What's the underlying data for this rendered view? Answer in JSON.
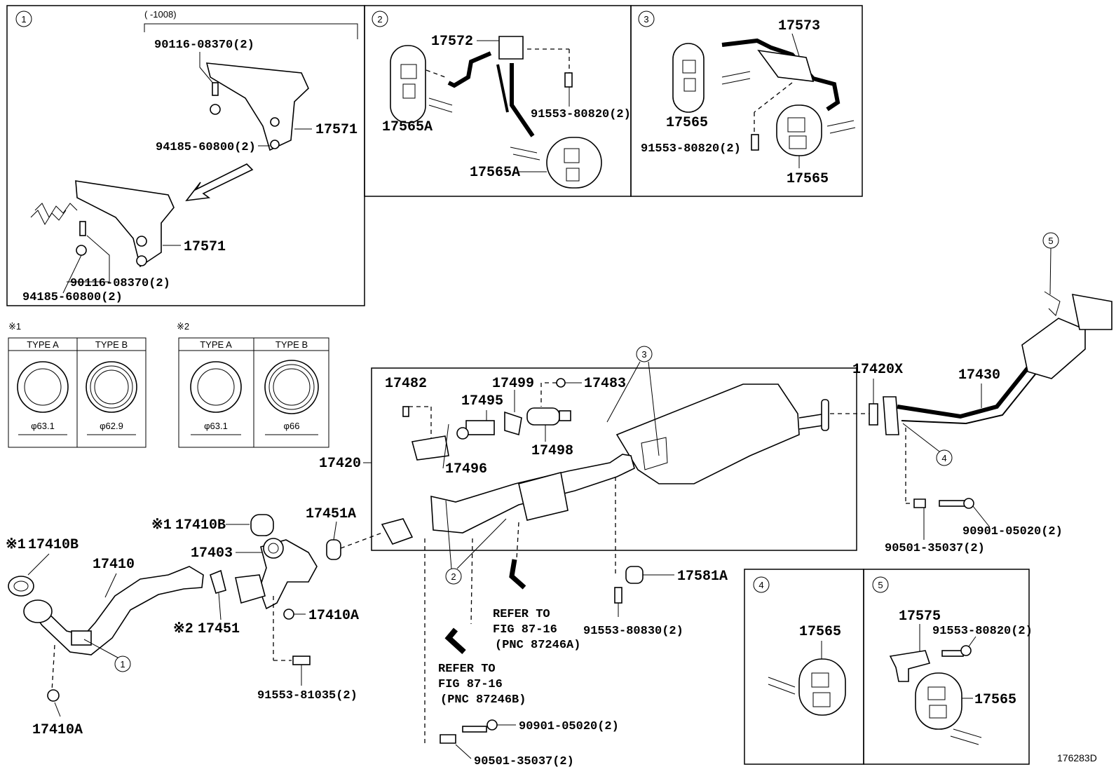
{
  "diagram_ref": "176283D",
  "callouts": [
    "1",
    "2",
    "3",
    "4",
    "5"
  ],
  "inset1": {
    "range": "(      -1008)",
    "labels": [
      "90116-08370(2)",
      "17571",
      "94185-60800(2)",
      "17571",
      "90116-08370(2)",
      "94185-60800(2)"
    ]
  },
  "inset2": {
    "labels": [
      "17572",
      "17565A",
      "91553-80820(2)",
      "17565A"
    ]
  },
  "inset3": {
    "labels": [
      "17573",
      "17565",
      "91553-80820(2)",
      "17565"
    ]
  },
  "inset4": {
    "labels": [
      "17565"
    ]
  },
  "inset5": {
    "labels": [
      "17575",
      "91553-80820(2)",
      "17565"
    ]
  },
  "gasket_tables": [
    {
      "mark": "※1",
      "type_a": "TYPE A",
      "type_b": "TYPE B",
      "dia_a": "φ63.1",
      "dia_b": "φ62.9"
    },
    {
      "mark": "※2",
      "type_a": "TYPE A",
      "type_b": "TYPE B",
      "dia_a": "φ63.1",
      "dia_b": "φ66"
    }
  ],
  "main_labels": {
    "l17482": "17482",
    "l17499": "17499",
    "l17483": "17483",
    "l17495": "17495",
    "l17498": "17498",
    "l17496": "17496",
    "l17420": "17420",
    "l17420x": "17420X",
    "l17430": "17430",
    "l17581a": "17581A",
    "l91553_80830": "91553-80830(2)",
    "l90901_a": "90901-05020(2)",
    "l90501_a": "90501-35037(2)",
    "l17451a": "17451A",
    "l17410b_top": "17410B",
    "l17410b_left": "17410B",
    "l17403": "17403",
    "l17410": "17410",
    "l17410a_r": "17410A",
    "l17451": "17451",
    "l91553_81035": "91553-81035(2)",
    "l17410a_b": "17410A",
    "l90901_b": "90901-05020(2)",
    "l90501_b": "90501-35037(2)",
    "ref1": [
      "REFER TO",
      "FIG 87-16",
      "(PNC 87246A)"
    ],
    "ref2": [
      "REFER TO",
      "FIG 87-16",
      "(PNC 87246B)"
    ],
    "mark1": "※1",
    "mark1b": "※1",
    "mark2": "※2"
  }
}
